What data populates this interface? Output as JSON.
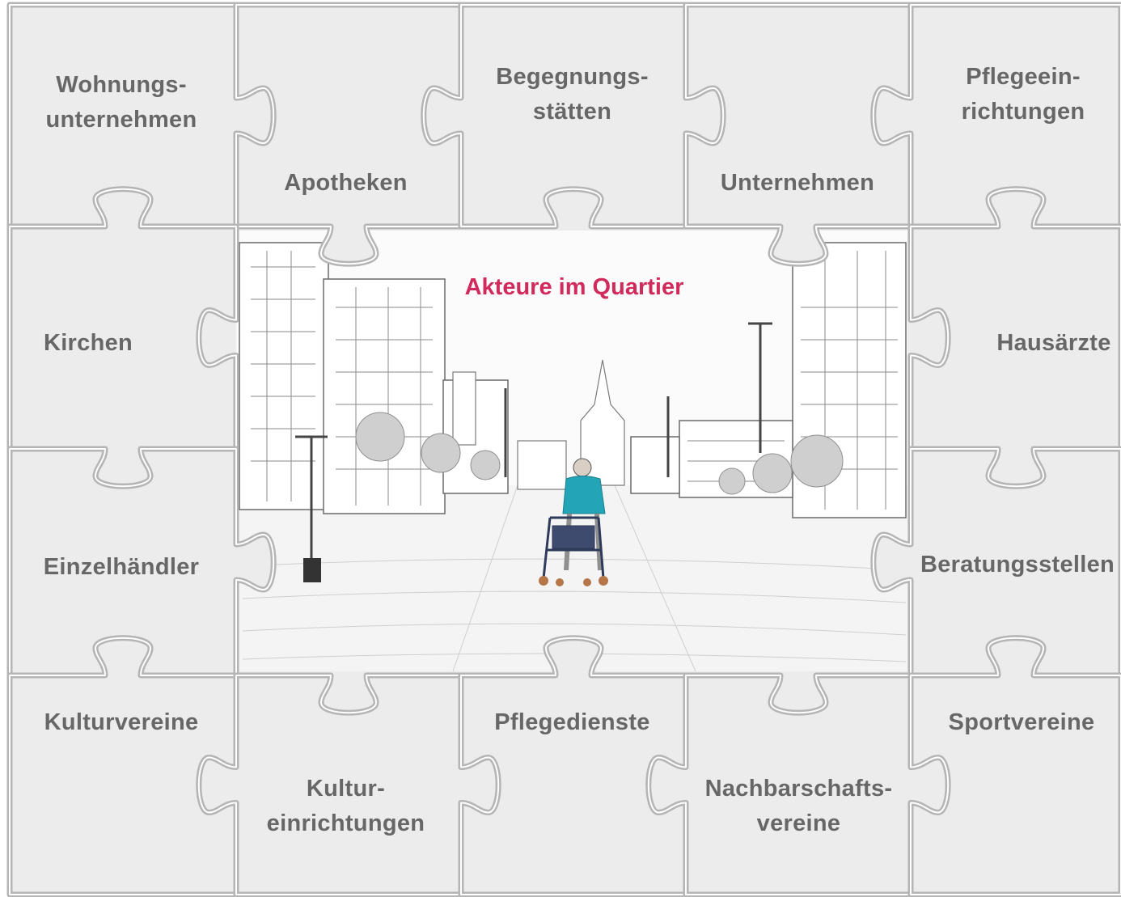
{
  "title": "Akteure im Quartier",
  "colors": {
    "piece_fill": "#ececec",
    "piece_edge": "#b5b5b5",
    "piece_inner": "#d6d6d6",
    "label": "#676767",
    "title": "#d12a5c",
    "figure_shirt": "#23a4b7",
    "sketch": "#6a6a6a"
  },
  "illustration": {
    "description_icon": "street-with-elderly-person-and-rollator"
  },
  "pieces": {
    "wohnungsunternehmen": "Wohnungs-\nunternehmen",
    "apotheken": "Apotheken",
    "begegnungsstaetten": "Begegnungs-\nstätten",
    "unternehmen": "Unternehmen",
    "pflegeeinrichtungen": "Pflegeein-\nrichtungen",
    "kirchen": "Kirchen",
    "hausaerzte": "Hausärzte",
    "einzelhaendler": "Einzelhändler",
    "beratungsstellen": "Beratungsstellen",
    "kulturvereine": "Kulturvereine",
    "kultureinrichtungen": "Kultur-\neinrichtungen",
    "pflegedienste": "Pflegedienste",
    "nachbarschaftsvereine": "Nachbarschafts-\nvereine",
    "sportvereine": "Sportvereine"
  }
}
